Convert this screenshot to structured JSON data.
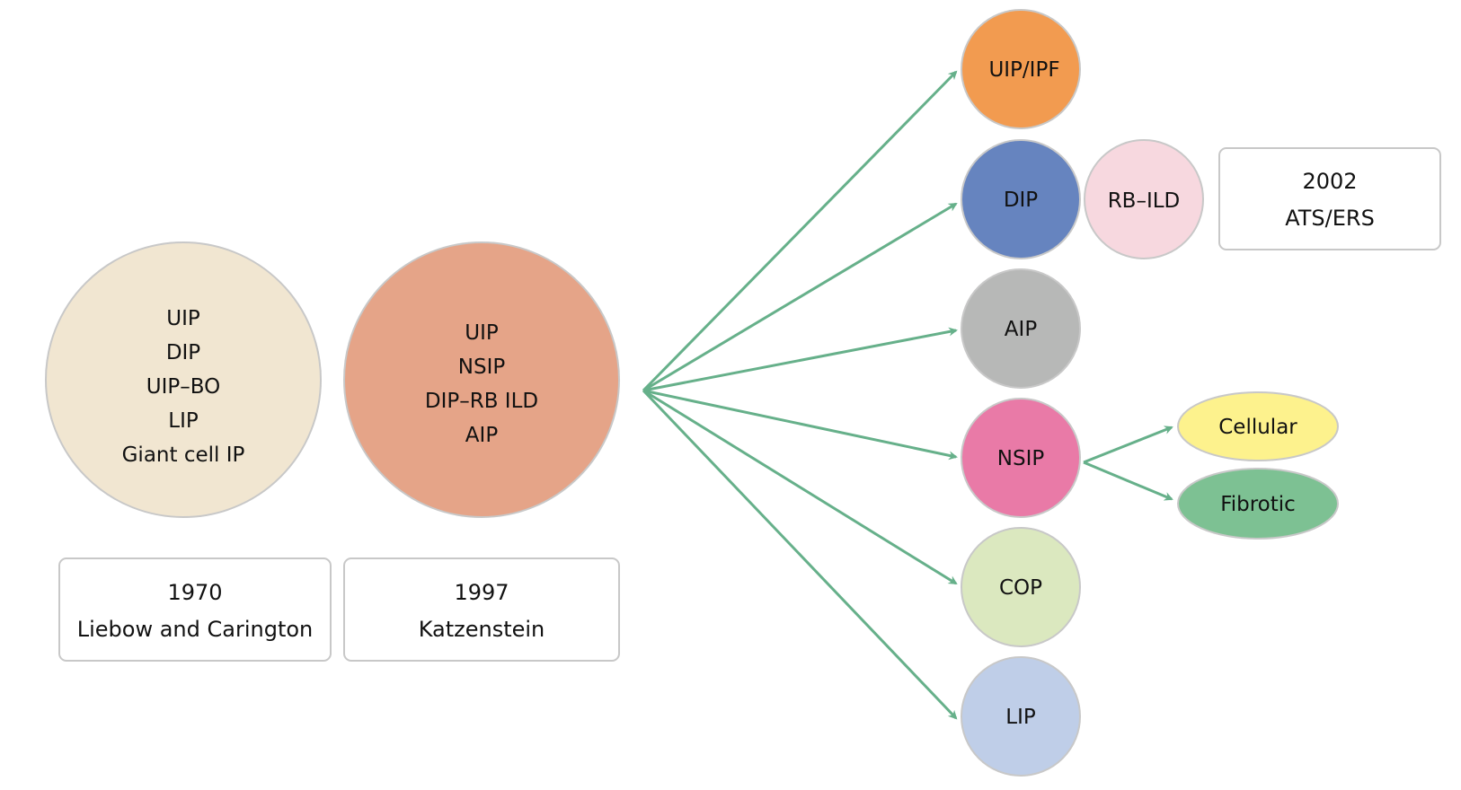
{
  "colors": {
    "arrow": "#66b08a",
    "stroke": "#c8c8c8",
    "box_stroke": "#c8c8c8",
    "era_1970": "#f1e6d1",
    "era_1997": "#e5a488",
    "uip_ipf": "#f29b50",
    "dip": "#6684bf",
    "rb_ild": "#f7d8df",
    "aip": "#b7b8b7",
    "nsip": "#e97aa7",
    "cop": "#dbe8bf",
    "lip": "#bfcee8",
    "cellular": "#fdf28d",
    "fibrotic": "#7dc193"
  },
  "era_1970": {
    "items": [
      "UIP",
      "DIP",
      "UIP–BO",
      "LIP",
      "Giant cell IP"
    ],
    "year": "1970",
    "authors": "Liebow and Carington"
  },
  "era_1997": {
    "items": [
      "UIP",
      "NSIP",
      "DIP–RB ILD",
      "AIP"
    ],
    "year": "1997",
    "authors": "Katzenstein"
  },
  "era_2002": {
    "year": "2002",
    "authors": "ATS/ERS",
    "nodes": {
      "uip_ipf": "UIP/IPF",
      "dip": "DIP",
      "rb_ild": "RB–ILD",
      "aip": "AIP",
      "nsip": "NSIP",
      "cop": "COP",
      "lip": "LIP"
    },
    "nsip_subtypes": {
      "cellular": "Cellular",
      "fibrotic": "Fibrotic"
    }
  }
}
